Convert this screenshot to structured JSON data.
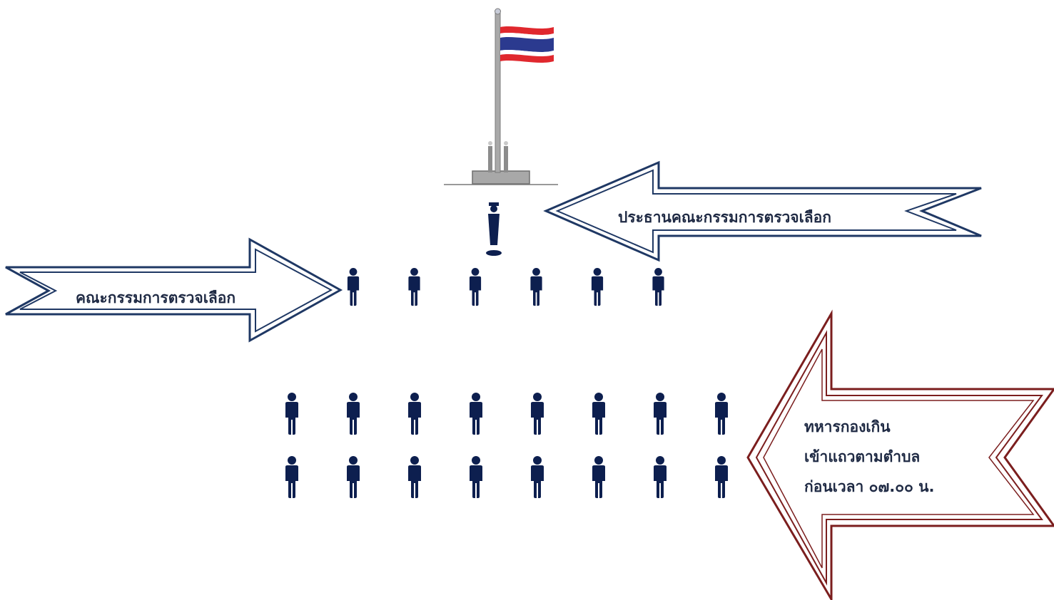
{
  "labels": {
    "chairman": "ประธานคณะกรรมการตรวจเลือก",
    "committee": "คณะกรรมการตรวจเลือก",
    "reserve_lines": [
      "ทหารกองเกิน",
      "เข้าแถวตามตำบล",
      "ก่อนเวลา ๐๗.๐๐ น."
    ]
  },
  "colors": {
    "blue_arrow": "#1f3864",
    "red_arrow": "#7b1e1e",
    "person": "#0d1f4f",
    "flag_red": "#e0282e",
    "flag_blue": "#2b3a8f",
    "pole": "#9a9a9a"
  },
  "icons": {
    "flag": "thai-flag-icon",
    "person": "person-icon"
  },
  "counts": {
    "committee_members": 6,
    "conscript_rows": 2,
    "conscripts_per_row": 8
  }
}
